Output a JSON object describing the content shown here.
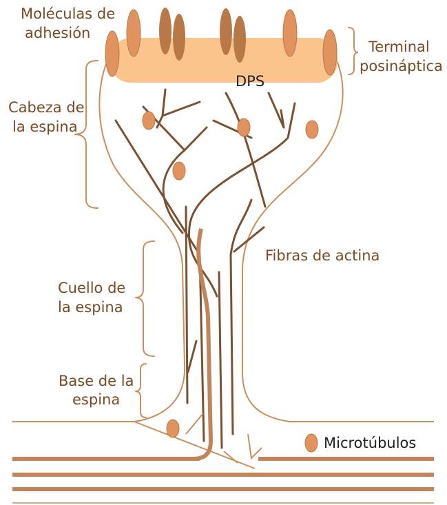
{
  "labels": {
    "adhesion_line1": "Moléculas de",
    "adhesion_line2": "adhesión",
    "terminal_line1": "Terminal",
    "terminal_line2": "posináptica",
    "dps": "DPS",
    "head_line1": "Cabeza de",
    "head_line2": "la espina",
    "actin": "Fibras de actina",
    "neck_line1": "Cuello de",
    "neck_line2": "la espina",
    "base_line1": "Base de la",
    "base_line2": "espina",
    "microtubules": "Microtúbulos"
  },
  "colors": {
    "outline": "#c98f5c",
    "psd_fill": "#fbc48c",
    "adhesion_light": "#e0935f",
    "adhesion_dark": "#b87848",
    "actin": "#7a5232",
    "microtubule": "#c2845a",
    "label_brown": "#7a4a25",
    "label_dark": "#222222"
  }
}
